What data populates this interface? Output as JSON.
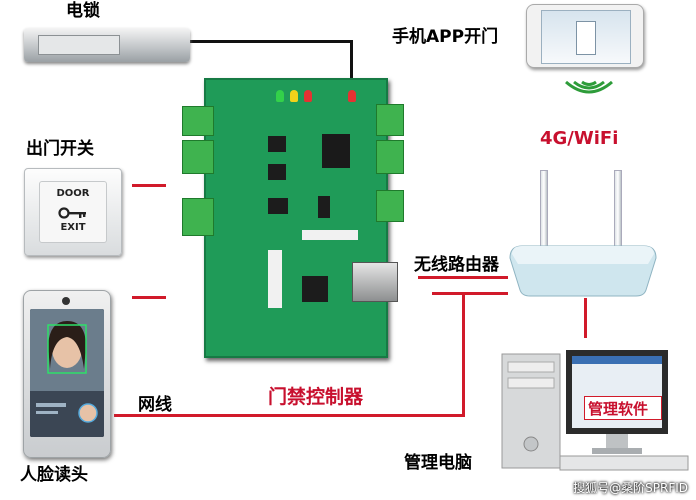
{
  "labels": {
    "lock": "电锁",
    "exit_switch": "出门开关",
    "face_reader": "人脸读头",
    "network_cable": "网线",
    "controller": "门禁控制器",
    "phone_app": "手机APP开门",
    "wifi": "4G/WiFi",
    "router": "无线路由器",
    "pc": "管理电脑",
    "software": "管理软件"
  },
  "exit_button": {
    "line1": "DOOR",
    "line2": "EXIT"
  },
  "watermark": "搜狐号@桑阶SPRFID",
  "colors": {
    "wire": "#d11a2a",
    "label_red": "#c8102e",
    "board": "#1f9b58",
    "wifi_arcs": "#2e9c3a"
  }
}
